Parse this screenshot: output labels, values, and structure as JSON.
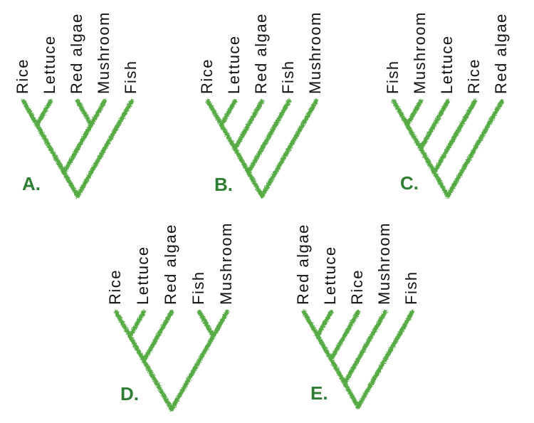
{
  "figure": {
    "type": "phylogenetic-tree-options",
    "option_count": 5,
    "options": [
      "A.",
      "B.",
      "C.",
      "D.",
      "E."
    ]
  },
  "styles": {
    "branch_color": "#56ab44",
    "label_color": "#111111",
    "letter_color": "#2e7d32",
    "background": "#ffffff"
  },
  "trees": [
    {
      "id": "A",
      "letter_label": "A.",
      "taxa": [
        "Rice",
        "Lettuce",
        "Red algae",
        "Mushroom",
        "Fish"
      ],
      "topology": [
        [
          [
            "Rice",
            "Lettuce"
          ],
          [
            "Red algae",
            "Mushroom"
          ]
        ],
        "Fish"
      ],
      "newick": "(((Rice,Lettuce),(Red algae,Mushroom)),Fish);"
    },
    {
      "id": "B",
      "letter_label": "B.",
      "taxa": [
        "Rice",
        "Lettuce",
        "Red algae",
        "Fish",
        "Mushroom"
      ],
      "topology": [
        [
          [
            [
              "Rice",
              "Lettuce"
            ],
            "Red algae"
          ],
          "Fish"
        ],
        "Mushroom"
      ],
      "newick": "((((Rice,Lettuce),Red algae),Fish),Mushroom);"
    },
    {
      "id": "C",
      "letter_label": "C.",
      "taxa": [
        "Fish",
        "Mushroom",
        "Lettuce",
        "Rice",
        "Red algae"
      ],
      "topology": [
        [
          [
            [
              "Fish",
              "Mushroom"
            ],
            "Lettuce"
          ],
          "Rice"
        ],
        "Red algae"
      ],
      "newick": "((((Fish,Mushroom),Lettuce),Rice),Red algae);"
    },
    {
      "id": "D",
      "letter_label": "D.",
      "taxa": [
        "Rice",
        "Lettuce",
        "Red algae",
        "Fish",
        "Mushroom"
      ],
      "topology": [
        [
          [
            "Rice",
            "Lettuce"
          ],
          "Red algae"
        ],
        [
          "Fish",
          "Mushroom"
        ]
      ],
      "newick": "(((Rice,Lettuce),Red algae),(Fish,Mushroom));"
    },
    {
      "id": "E",
      "letter_label": "E.",
      "taxa": [
        "Red algae",
        "Lettuce",
        "Rice",
        "Mushroom",
        "Fish"
      ],
      "topology": [
        [
          [
            [
              "Red algae",
              "Lettuce"
            ],
            "Rice"
          ],
          "Mushroom"
        ],
        "Fish"
      ],
      "newick": "((((Red algae,Lettuce),Rice),Mushroom),Fish);"
    }
  ]
}
